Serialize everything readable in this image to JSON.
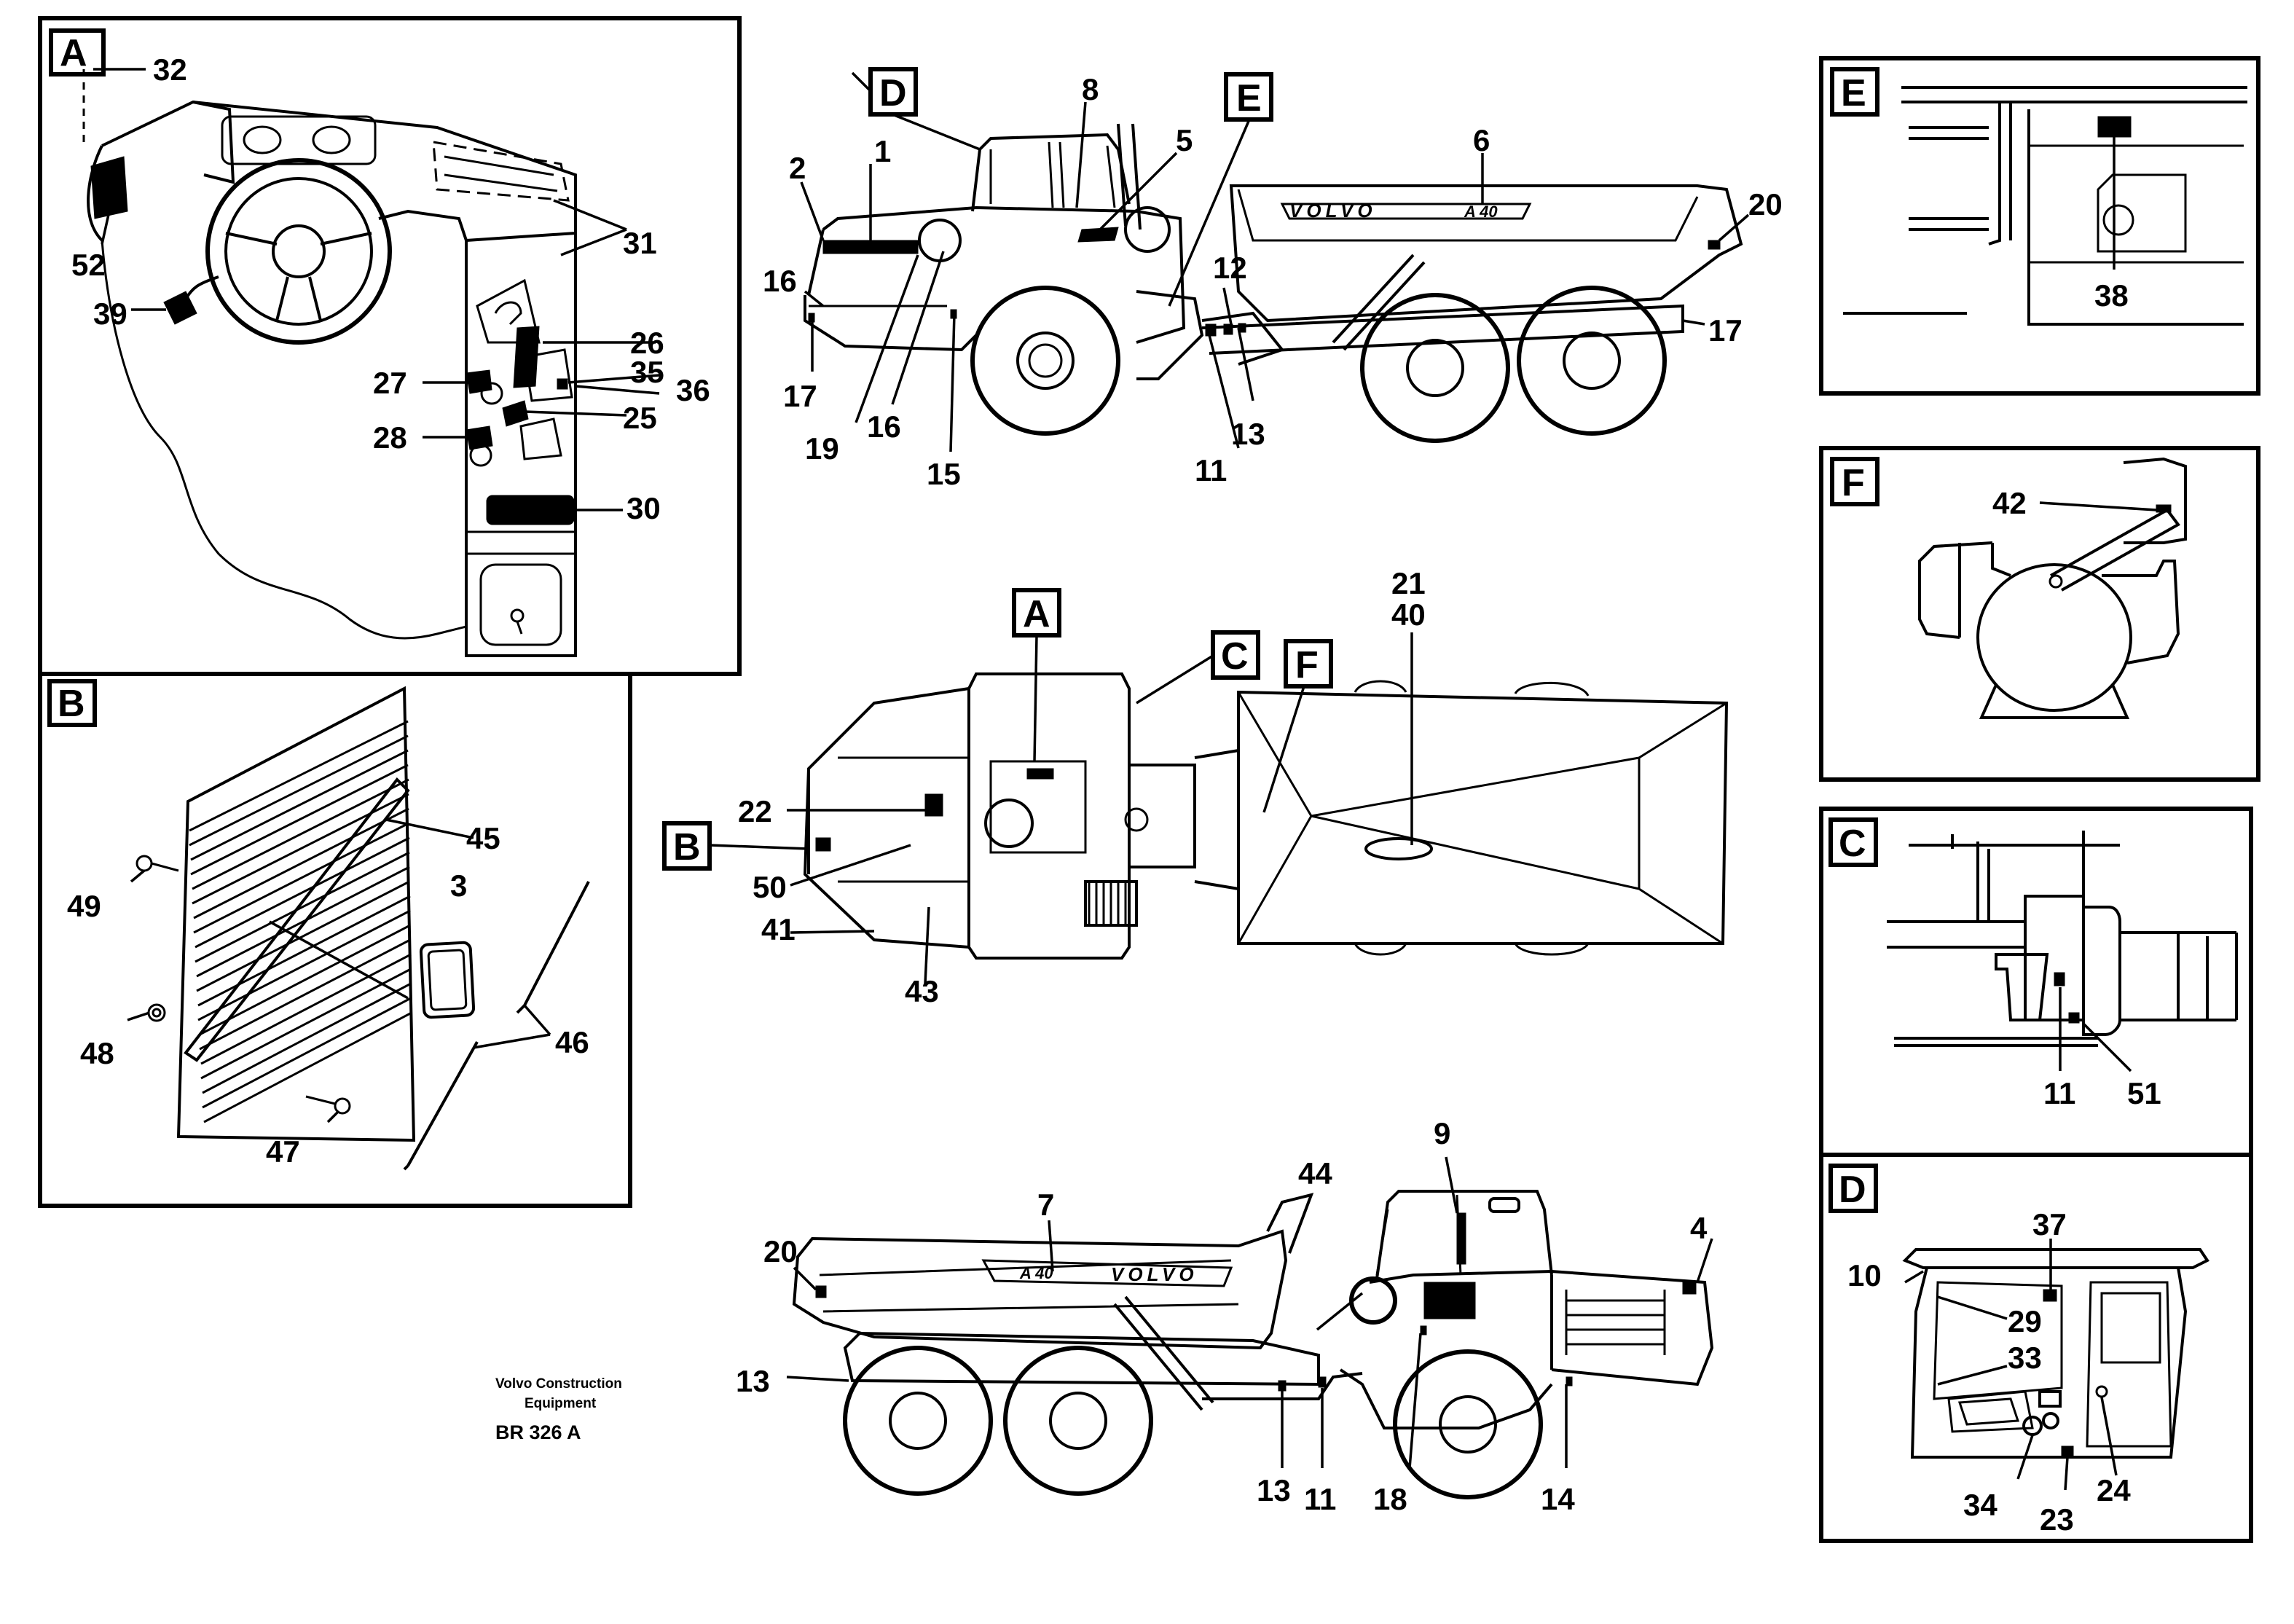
{
  "panels": {
    "A": "A",
    "B": "B",
    "C": "C",
    "D": "D",
    "E": "E",
    "F": "F"
  },
  "callouts": {
    "n1": "1",
    "n2": "2",
    "n3": "3",
    "n4": "4",
    "n5": "5",
    "n6": "6",
    "n7": "7",
    "n8": "8",
    "n9": "9",
    "n10": "10",
    "n11": "11",
    "n12": "12",
    "n13": "13",
    "n14": "14",
    "n15": "15",
    "n16": "16",
    "n17": "17",
    "n18": "18",
    "n19": "19",
    "n20": "20",
    "n21": "21",
    "n22": "22",
    "n23": "23",
    "n24": "24",
    "n25": "25",
    "n26": "26",
    "n27": "27",
    "n28": "28",
    "n29": "29",
    "n30": "30",
    "n31": "31",
    "n32": "32",
    "n33": "33",
    "n34": "34",
    "n35": "35",
    "n36": "36",
    "n37": "37",
    "n38": "38",
    "n39": "39",
    "n40": "40",
    "n41": "41",
    "n42": "42",
    "n43": "43",
    "n44": "44",
    "n45": "45",
    "n46": "46",
    "n47": "47",
    "n48": "48",
    "n49": "49",
    "n50": "50",
    "n51": "51",
    "n52": "52"
  },
  "decals": {
    "brand": "VOLVO",
    "model": "A 40"
  },
  "credit": {
    "line1": "Volvo Construction",
    "line2": "Equipment",
    "code": "BR 326 A"
  }
}
